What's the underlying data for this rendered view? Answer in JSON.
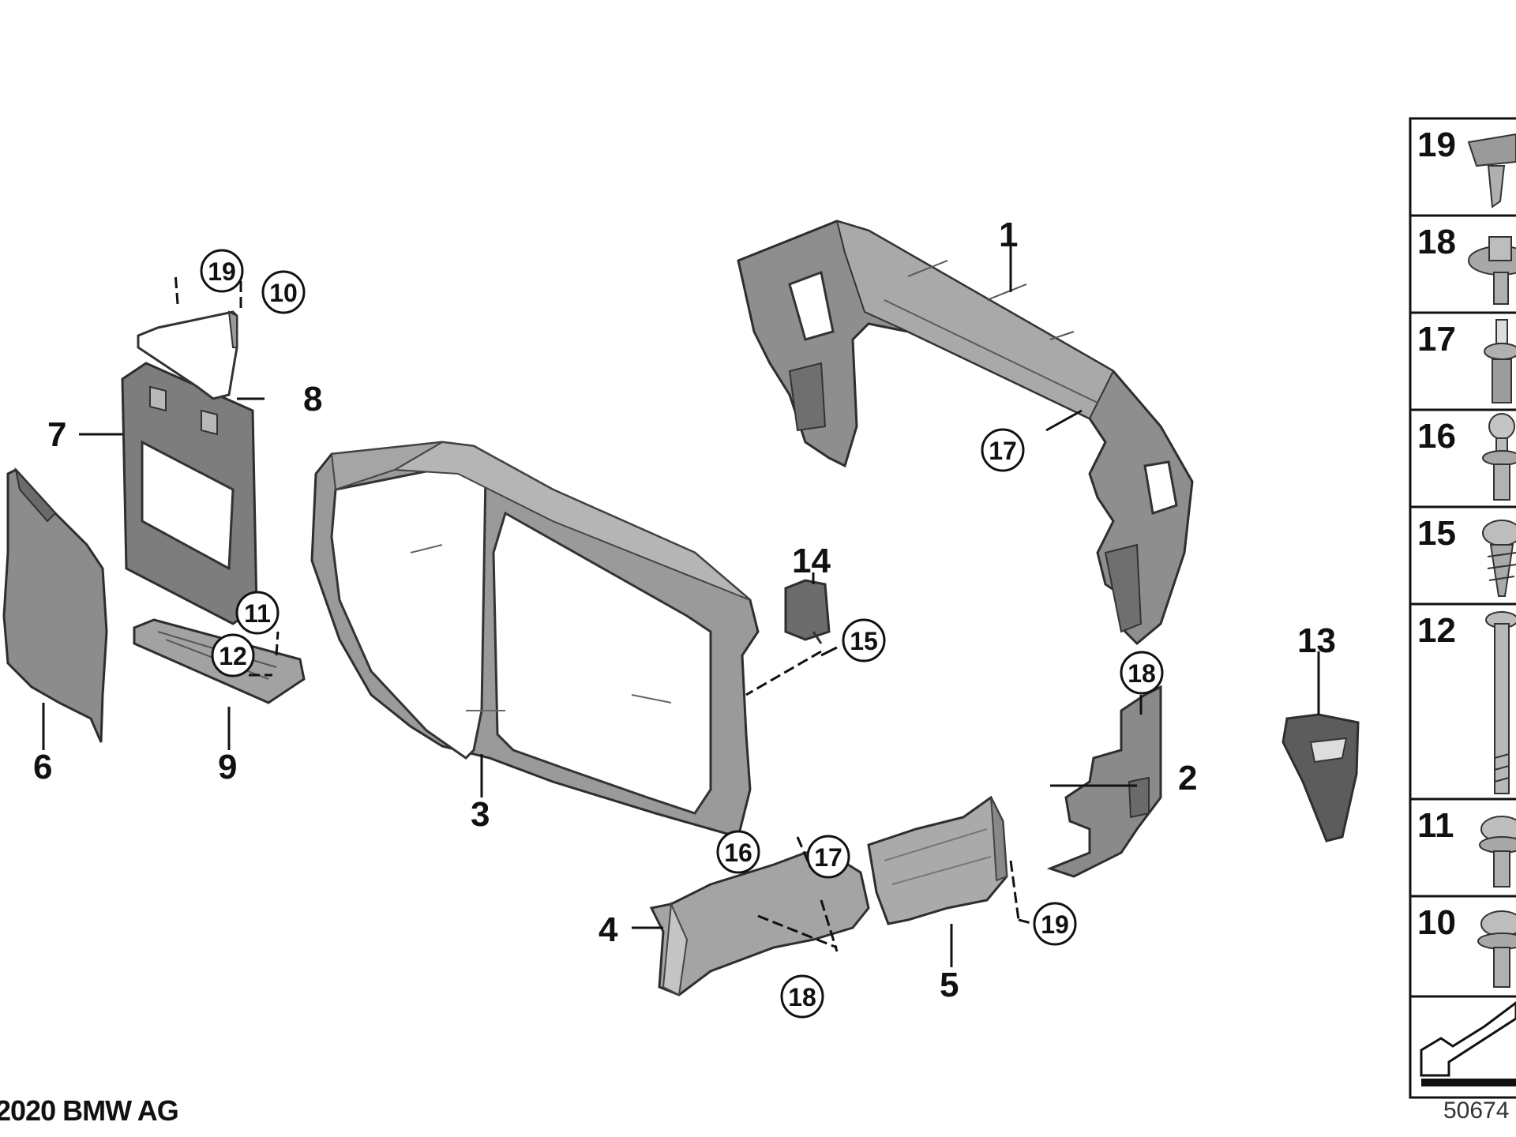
{
  "diagram": {
    "callouts": [
      "1",
      "2",
      "3",
      "4",
      "5",
      "6",
      "7",
      "8",
      "9",
      "13",
      "14"
    ],
    "circled_callouts": [
      "19",
      "10",
      "11",
      "12",
      "17",
      "15",
      "18",
      "16",
      "17",
      "18",
      "19"
    ],
    "legend": [
      "19",
      "18",
      "17",
      "16",
      "15",
      "12",
      "11",
      "10"
    ]
  },
  "footer": {
    "copyright": "2020 BMW AG",
    "diagram_id": "50674"
  }
}
